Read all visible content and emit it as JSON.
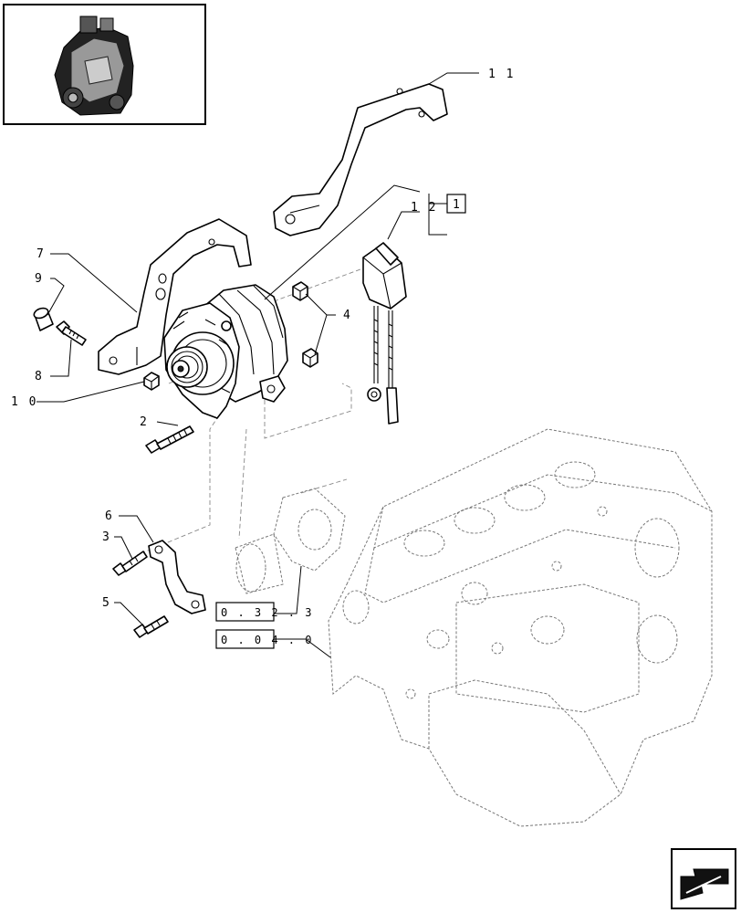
{
  "callouts": {
    "c1": "1",
    "c2": "2",
    "c3": "3",
    "c4": "4",
    "c5": "5",
    "c6": "6",
    "c7": "7",
    "c8": "8",
    "c9": "9",
    "c10": "1 0",
    "c11": "1 1",
    "c12": "1 2"
  },
  "references": {
    "ref_water_pump": "0 . 3 2 . 3",
    "ref_engine_block": "0 . 0 4 . 0"
  },
  "icons": {
    "thumbnail": "engine-thumbnail-icon",
    "nav": "previous-page-arrow-icon"
  }
}
